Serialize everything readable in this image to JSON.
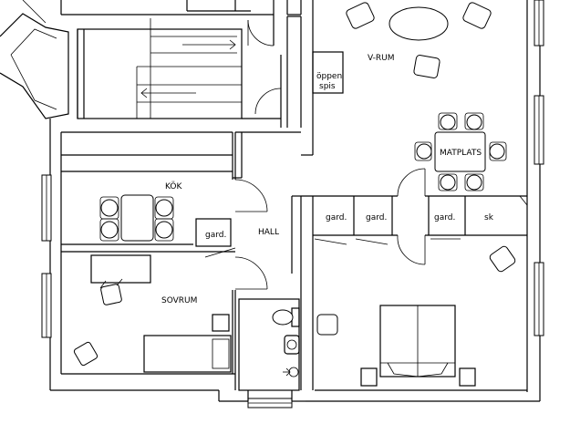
{
  "rooms": {
    "v_rum": "V-RUM",
    "matplats": "MATPLATS",
    "kok": "KÖK",
    "hall": "HALL",
    "sovrum": "SOVRUM"
  },
  "labels": {
    "oppen_spis_line1": "öppen",
    "oppen_spis_line2": "spis",
    "gard_kok": "gard.",
    "gard_1": "gard.",
    "gard_2": "gard.",
    "gard_3": "gard.",
    "sk": "sk"
  }
}
